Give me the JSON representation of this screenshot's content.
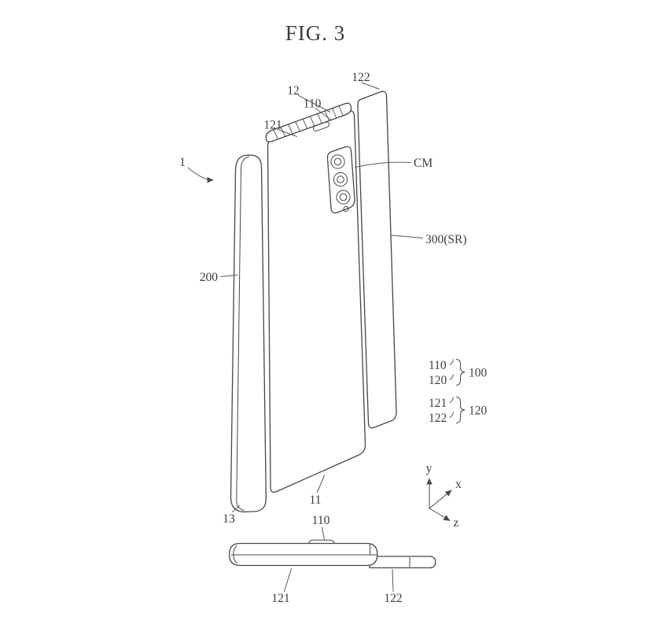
{
  "figure": {
    "title": "FIG. 3"
  },
  "labels": {
    "device": "1",
    "top_assembly": "12",
    "top_first_housing": "110",
    "top_hinge_left": "121",
    "top_hinge_right": "122",
    "camera_module": "CM",
    "rear_slide": "300(SR)",
    "front_display": "200",
    "body_bottom": "11",
    "corner_bottom": "13",
    "bottom_view_housing": "110",
    "bottom_view_left": "121",
    "bottom_view_right": "122"
  },
  "legend": {
    "group_100": {
      "members": [
        "110",
        "120"
      ],
      "label": "100"
    },
    "group_120": {
      "members": [
        "121",
        "122"
      ],
      "label": "120"
    }
  },
  "axes": {
    "x": "x",
    "y": "y",
    "z": "z"
  }
}
